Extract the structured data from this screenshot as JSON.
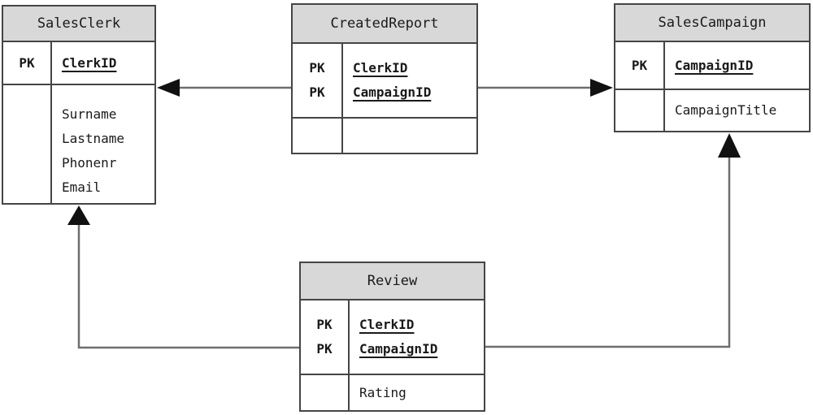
{
  "diagram": {
    "kind": "entity-relationship-diagram",
    "colors": {
      "background": "#ffffff",
      "header_fill": "#d8d8d8",
      "table_border": "#454545",
      "connector_line": "#6e6e6e",
      "arrowhead": "#111111",
      "text": "#1a1a1a"
    }
  },
  "entities": {
    "salesClerk": {
      "title": "SalesClerk",
      "pk_rows": [
        {
          "key": "PK",
          "attr": "ClerkID"
        }
      ],
      "attributes": [
        "Surname",
        "Lastname",
        "Phonenr",
        "Email"
      ]
    },
    "createdReport": {
      "title": "CreatedReport",
      "pk_rows": [
        {
          "key": "PK",
          "attr": "ClerkID"
        },
        {
          "key": "PK",
          "attr": "CampaignID"
        }
      ],
      "attributes": []
    },
    "salesCampaign": {
      "title": "SalesCampaign",
      "pk_rows": [
        {
          "key": "PK",
          "attr": "CampaignID"
        }
      ],
      "attributes": [
        "CampaignTitle"
      ]
    },
    "review": {
      "title": "Review",
      "pk_rows": [
        {
          "key": "PK",
          "attr": "ClerkID"
        },
        {
          "key": "PK",
          "attr": "CampaignID"
        }
      ],
      "attributes": [
        "Rating"
      ]
    }
  },
  "relationships": [
    {
      "from": "CreatedReport",
      "to": "SalesClerk",
      "arrow": "solid-triangle",
      "direction": "left"
    },
    {
      "from": "CreatedReport",
      "to": "SalesCampaign",
      "arrow": "solid-triangle",
      "direction": "right"
    },
    {
      "from": "Review",
      "to": "SalesClerk",
      "arrow": "solid-triangle",
      "direction": "left-then-up"
    },
    {
      "from": "Review",
      "to": "SalesCampaign",
      "arrow": "solid-triangle",
      "direction": "right-then-up"
    }
  ]
}
